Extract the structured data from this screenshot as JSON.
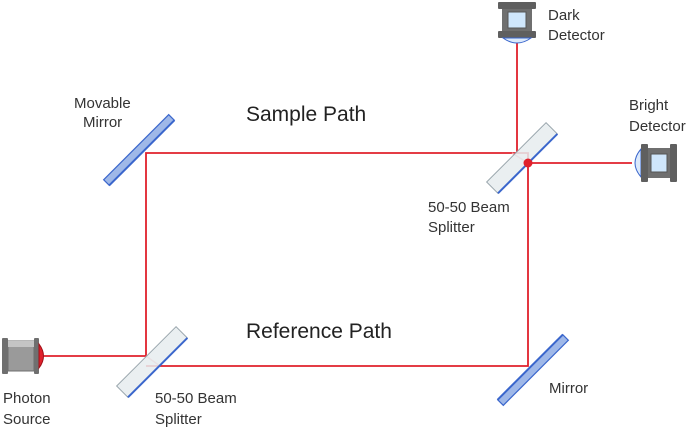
{
  "colors": {
    "beam": "#e0202b",
    "mirror_face": "#9fb8e8",
    "mirror_edge": "#3a66cc",
    "splitter_face": "#e6ecef",
    "detector_body": "#6f6f6f",
    "detector_window": "#cfe6fb",
    "lens": "#dbe9fb",
    "source_cap": "#e0202b"
  },
  "labels": {
    "sample_path": "Sample Path",
    "reference_path": "Reference Path",
    "movable_mirror_line1": "Movable",
    "movable_mirror_line2": "Mirror",
    "dark_detector_line1": "Dark",
    "dark_detector_line2": "Detector",
    "bright_detector_line1": "Bright",
    "bright_detector_line2": "Detector",
    "top_splitter_line1": "50-50 Beam",
    "top_splitter_line2": "Splitter",
    "bottom_splitter_line1": "50-50 Beam",
    "bottom_splitter_line2": "Splitter",
    "mirror": "Mirror",
    "photon_source_line1": "Photon",
    "photon_source_line2": "Source"
  },
  "icons": {
    "photon_source": "photon-source-icon",
    "dark_detector": "detector-icon",
    "bright_detector": "detector-icon",
    "splitter": "beam-splitter-icon",
    "mirror": "mirror-icon"
  }
}
